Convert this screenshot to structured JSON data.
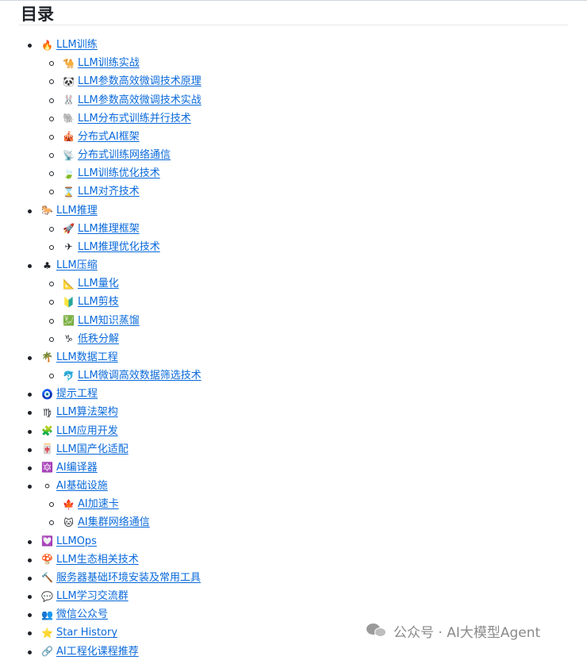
{
  "title": "目录",
  "toc": [
    {
      "icon": "🔥",
      "icon_name": "fire-icon",
      "label": "LLM训练",
      "children": [
        {
          "icon": "🐪",
          "icon_name": "camel-icon",
          "label": "LLM训练实战"
        },
        {
          "icon": "🐼",
          "icon_name": "panda-icon",
          "label": "LLM参数高效微调技术原理"
        },
        {
          "icon": "🐰",
          "icon_name": "rabbit-icon",
          "label": "LLM参数高效微调技术实战"
        },
        {
          "icon": "🐘",
          "icon_name": "elephant-icon",
          "label": "LLM分布式训练并行技术"
        },
        {
          "icon": "🎪",
          "icon_name": "tent-icon",
          "label": "分布式AI框架"
        },
        {
          "icon": "📡",
          "icon_name": "antenna-icon",
          "label": "分布式训练网络通信"
        },
        {
          "icon": "🍃",
          "icon_name": "leaf-icon",
          "label": "LLM训练优化技术"
        },
        {
          "icon": "⌛",
          "icon_name": "hourglass-icon",
          "label": "LLM对齐技术"
        }
      ]
    },
    {
      "icon": "🐎",
      "icon_name": "horse-icon",
      "label": "LLM推理",
      "children": [
        {
          "icon": "🚀",
          "icon_name": "rocket-icon",
          "label": "LLM推理框架"
        },
        {
          "icon": "✈",
          "icon_name": "airplane-icon",
          "label": "LLM推理优化技术"
        }
      ]
    },
    {
      "icon": "♣",
      "icon_name": "clover-icon",
      "label": "LLM压缩",
      "children": [
        {
          "icon": "📐",
          "icon_name": "triangle-ruler-icon",
          "label": "LLM量化"
        },
        {
          "icon": "🔰",
          "icon_name": "beginner-icon",
          "label": "LLM剪枝"
        },
        {
          "icon": "💹",
          "icon_name": "chart-icon",
          "label": "LLM知识蒸馏"
        },
        {
          "icon": "♑",
          "icon_name": "capricorn-icon",
          "label": "低秩分解"
        }
      ]
    },
    {
      "icon": "🌴",
      "icon_name": "palm-tree-icon",
      "label": "LLM数据工程",
      "children": [
        {
          "icon": "🐬",
          "icon_name": "dolphin-icon",
          "label": "LLM微调高效数据筛选技术"
        }
      ]
    },
    {
      "icon": "🧿",
      "icon_name": "amulet-icon",
      "label": "提示工程"
    },
    {
      "icon": "♍",
      "icon_name": "virgo-icon",
      "label": "LLM算法架构"
    },
    {
      "icon": "🧩",
      "icon_name": "puzzle-icon",
      "label": "LLM应用开发"
    },
    {
      "icon": "🀄",
      "icon_name": "mahjong-icon",
      "label": "LLM国产化适配"
    },
    {
      "icon": "🔯",
      "icon_name": "star-of-david-icon",
      "label": "AI编译器"
    },
    {
      "icon": "⚪",
      "icon_name": "circle-icon",
      "label": "AI基础设施",
      "children": [
        {
          "icon": "🍁",
          "icon_name": "maple-leaf-icon",
          "label": "AI加速卡"
        },
        {
          "icon": "🐱",
          "icon_name": "octocat-icon",
          "label": "AI集群网络通信"
        }
      ]
    },
    {
      "icon": "💟",
      "icon_name": "heart-icon",
      "label": "LLMOps"
    },
    {
      "icon": "🍄",
      "icon_name": "mushroom-icon",
      "label": "LLM生态相关技术"
    },
    {
      "icon": "🔨",
      "icon_name": "hammer-icon",
      "label": "服务器基础环境安装及常用工具"
    },
    {
      "icon": "💬",
      "icon_name": "speech-bubble-icon",
      "label": "LLM学习交流群"
    },
    {
      "icon": "👥",
      "icon_name": "people-icon",
      "label": "微信公众号"
    },
    {
      "icon": "⭐",
      "icon_name": "star-icon",
      "label": "Star History"
    },
    {
      "icon": "🔗",
      "icon_name": "link-icon",
      "label": "AI工程化课程推荐"
    }
  ],
  "watermark": "公众号 · AI大模型Agent",
  "colors": {
    "link": "#0969da",
    "text": "#1f2328"
  }
}
